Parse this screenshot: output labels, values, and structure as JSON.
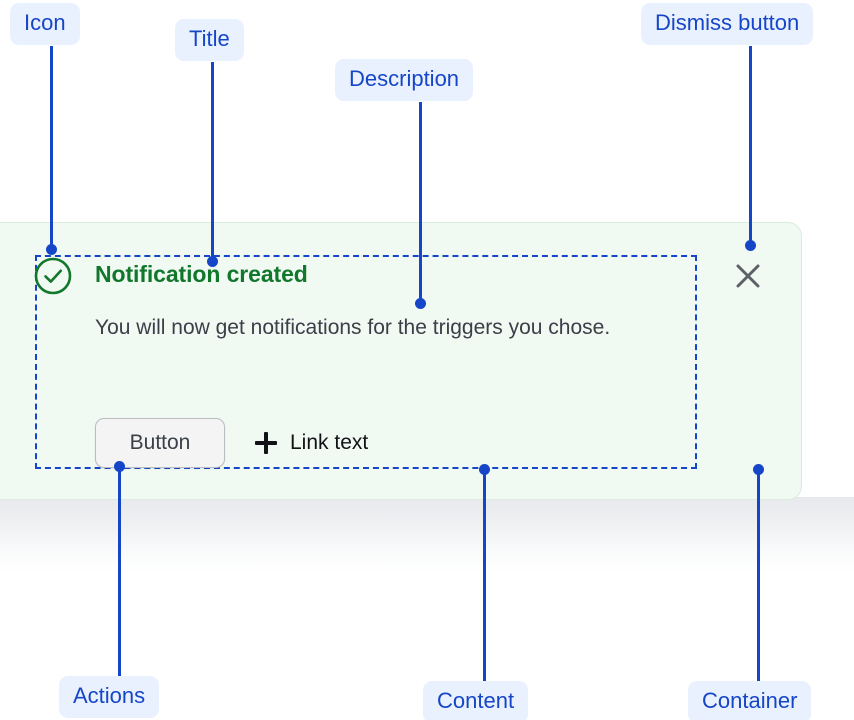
{
  "notification": {
    "icon": "success-check-circle-icon",
    "title": "Notification created",
    "description": "You will now get notifications for the triggers you chose.",
    "primary_action_label": "Button",
    "link_action_label": "Link text",
    "link_action_icon": "plus-icon",
    "dismiss_icon": "close-x-icon"
  },
  "annotations": {
    "icon": "Icon",
    "title": "Title",
    "description": "Description",
    "dismiss": "Dismiss button",
    "actions": "Actions",
    "content": "Content",
    "container": "Container"
  },
  "colors": {
    "annotation_blue": "#1546c8",
    "annotation_badge_bg": "#eaf1fe",
    "success_green": "#11772b",
    "card_bg": "#f1f9f3",
    "card_border": "#d9ecdd",
    "body_text": "#3b4048",
    "page_bg": "#ffffff"
  }
}
